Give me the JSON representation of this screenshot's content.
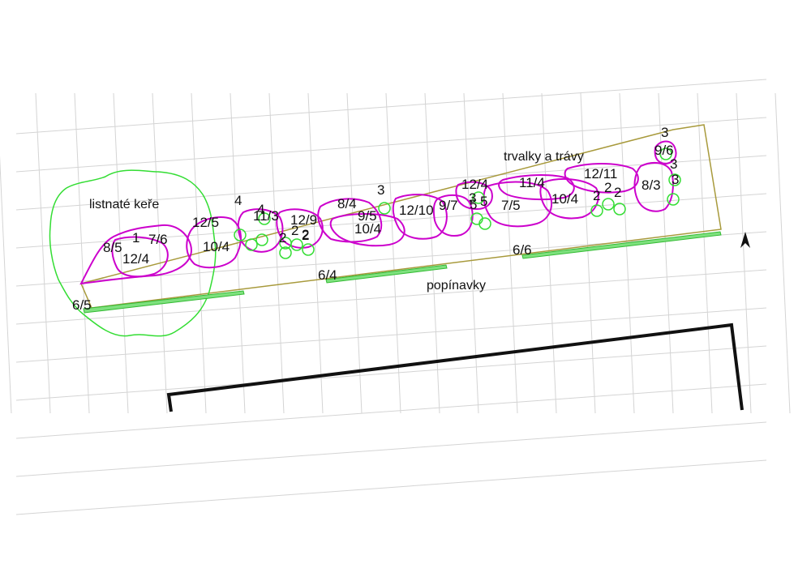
{
  "captions": {
    "shrubs": "listnaté keře",
    "perennials": "trvalky a trávy",
    "climbers": "popínavky"
  },
  "plant_labels": [
    "8/5",
    "1",
    "7/6",
    "12/4",
    "12/5",
    "10/4",
    "4",
    "4",
    "11/3",
    "12/9",
    "2",
    "2",
    "2",
    "2",
    "8/4",
    "9/5",
    "10/4",
    "3",
    "12/10",
    "9/7",
    "12/4",
    "3",
    "5",
    "5",
    "7/5",
    "11/4",
    "10/4",
    "12/11",
    "2",
    "2",
    "2",
    "8/3",
    "3",
    "9/6",
    "3",
    "3"
  ],
  "climber_labels": [
    "6/5",
    "6/4",
    "6/6"
  ],
  "north_icon": "north-arrow-icon",
  "colors": {
    "grid": "#d4d4d4",
    "bed_outline": "#a89a3c",
    "plant_outline": "#cc00cc",
    "tree_outline": "#33dd33",
    "climber_bar": "#44cc44",
    "building": "#111111",
    "text": "#111111"
  }
}
